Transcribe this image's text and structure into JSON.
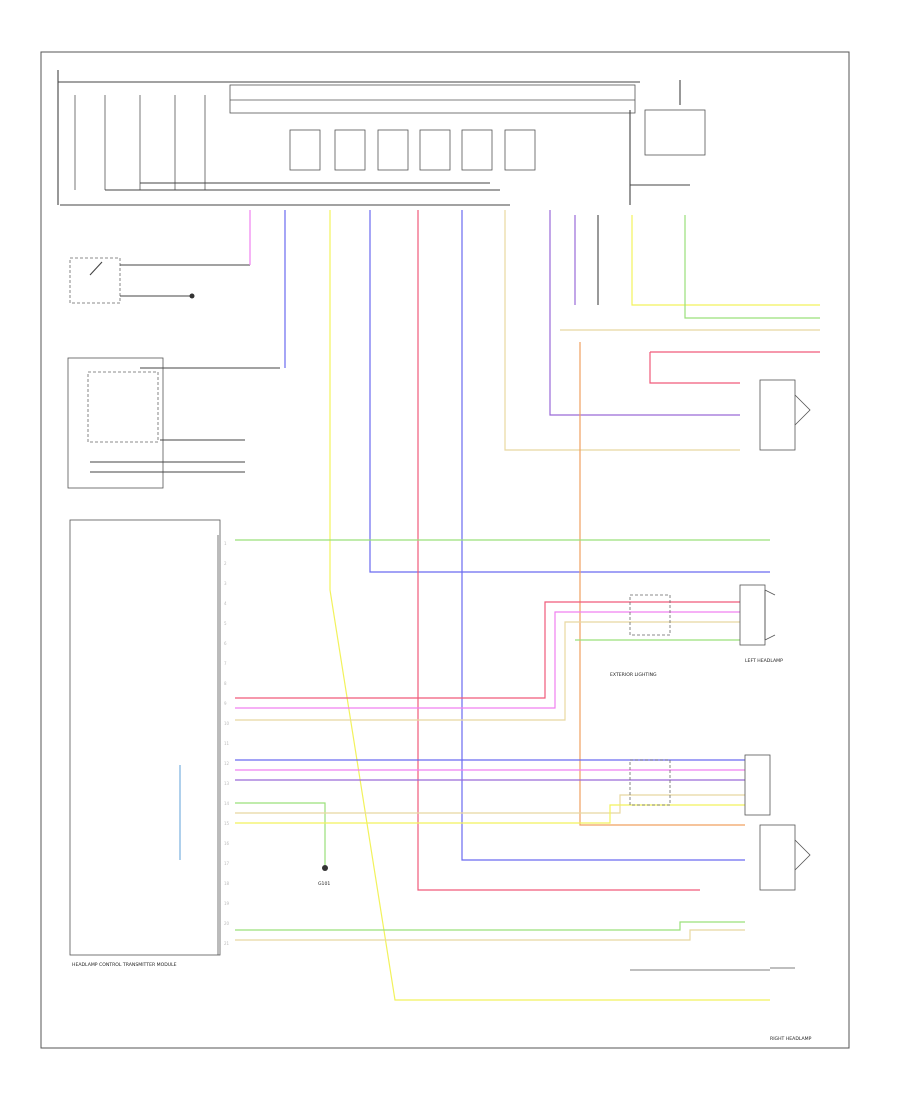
{
  "diagram": {
    "footer_code": "",
    "frame_label_right": "RIGHT HEADLAMP",
    "left_headlamp_label": "LEFT HEADLAMP",
    "headlamp_control_label": "HEADLAMP CONTROL TRANSMITTER MODULE",
    "exterior_lighting_label": "EXTERIOR LIGHTING",
    "ground_label": "G101",
    "wire_colors": {
      "yellow": "#f2f25c",
      "pink": "#f080f0",
      "blue": "#6a6af0",
      "violet": "#9a6ad8",
      "red": "#f05a7a",
      "green": "#9ae07a",
      "orange": "#f0a060",
      "tan": "#e8d8a0",
      "black": "#444444",
      "lightblue": "#7ab0e0"
    }
  }
}
